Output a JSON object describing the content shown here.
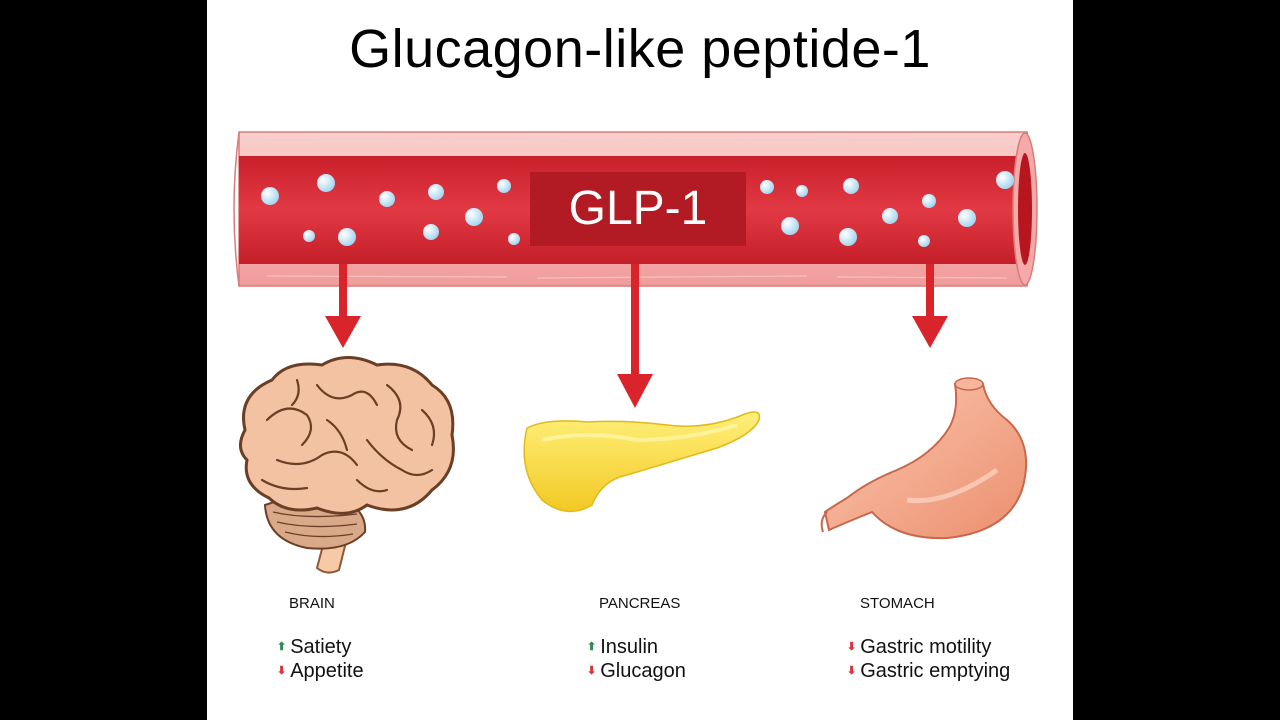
{
  "title": "Glucagon-like peptide-1",
  "vessel": {
    "label": "GLP-1"
  },
  "organs": [
    {
      "name": "BRAIN",
      "effects": [
        {
          "direction": "up",
          "text": "Satiety"
        },
        {
          "direction": "down",
          "text": "Appetite"
        }
      ]
    },
    {
      "name": "PANCREAS",
      "effects": [
        {
          "direction": "up",
          "text": "Insulin"
        },
        {
          "direction": "down",
          "text": "Glucagon"
        }
      ]
    },
    {
      "name": "STOMACH",
      "effects": [
        {
          "direction": "down",
          "text": "Gastric motility"
        },
        {
          "direction": "down",
          "text": "Gastric emptying"
        }
      ]
    }
  ],
  "colors": {
    "vessel": "#e8404a",
    "vessel_wall": "#f6b8b6",
    "arrow": "#d9242b",
    "up_arrow": "#2e8b57",
    "down_arrow": "#d9333b"
  }
}
